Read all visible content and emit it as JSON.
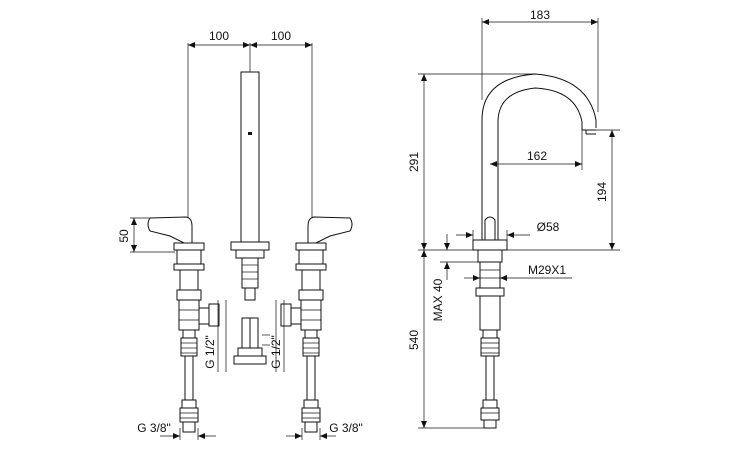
{
  "dimensions": {
    "left_spacing": "100",
    "right_spacing": "100",
    "handle_height": "50",
    "left_thread": "G 1/2\"",
    "right_thread": "G 1/2\"",
    "left_hose_thread": "G 3/8\"",
    "right_hose_thread": "G 3/8\"",
    "spout_reach": "183",
    "spout_inner_reach": "162",
    "spout_height": "291",
    "outlet_height": "194",
    "base_diameter": "Ø58",
    "deck_thread": "M29X1",
    "max_deck_thickness": "MAX 40",
    "hose_length": "540"
  }
}
